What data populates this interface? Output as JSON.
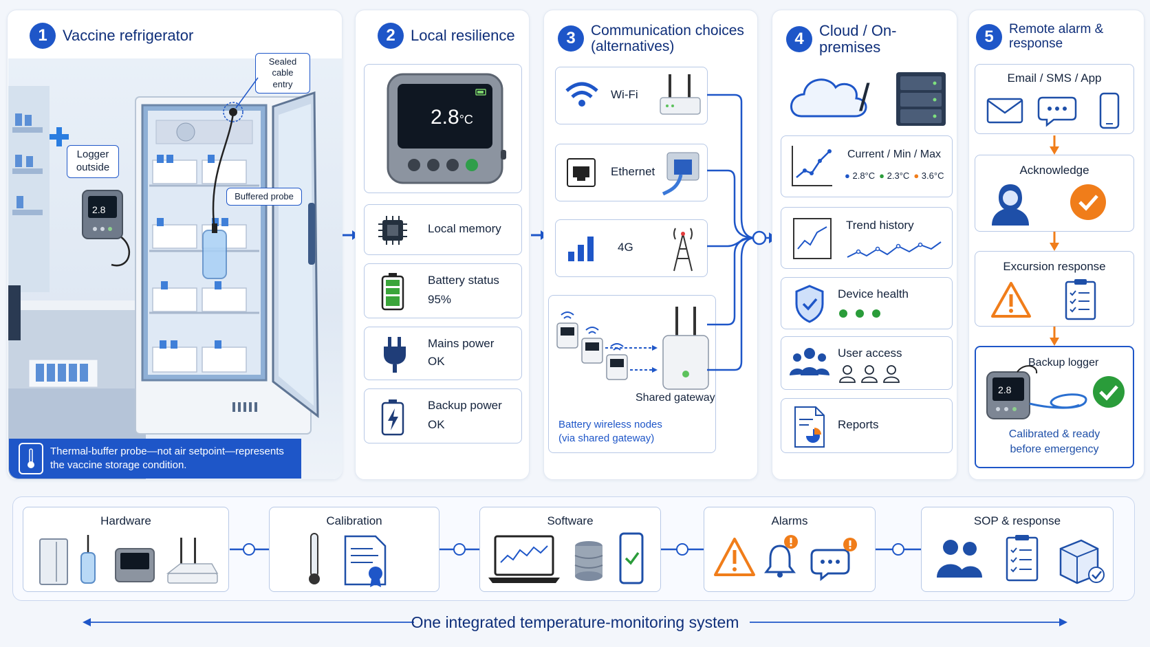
{
  "panels": [
    {
      "num": "1",
      "title": "Vaccine refrigerator"
    },
    {
      "num": "2",
      "title": "Local resilience"
    },
    {
      "num": "3",
      "title": "Communication choices\n(alternatives)"
    },
    {
      "num": "4",
      "title": "Cloud / On-premises"
    },
    {
      "num": "5",
      "title": "Remote alarm & response"
    }
  ],
  "fridge": {
    "sealed_cable": "Sealed cable\nentry",
    "logger_outside": "Logger\noutside",
    "buffered_probe": "Buffered probe",
    "logger_reading": "2.8",
    "note": "Thermal-buffer probe—not air setpoint—represents\nthe vaccine storage condition."
  },
  "resilience": {
    "device_reading": "2.8",
    "device_unit": "°C",
    "items": [
      {
        "label": "Local memory",
        "status": ""
      },
      {
        "label": "Battery status",
        "status": "95%"
      },
      {
        "label": "Mains power",
        "status": "OK"
      },
      {
        "label": "Backup power",
        "status": "OK"
      }
    ]
  },
  "comm": {
    "wifi": "Wi-Fi",
    "ethernet": "Ethernet",
    "cell": "4G",
    "gateway": "Shared gateway",
    "wireless_nodes": "Battery wireless nodes\n(via shared gateway)"
  },
  "cloud": {
    "slash": "/",
    "current_title": "Current / Min / Max",
    "current_vals": [
      "2.8°C",
      "2.3°C",
      "3.6°C"
    ],
    "current_colors": [
      "#1e56c8",
      "#2a9c3a",
      "#f07d1a"
    ],
    "trend": "Trend history",
    "health": "Device health",
    "users": "User access",
    "reports": "Reports"
  },
  "alarm": {
    "channels": "Email / SMS / App",
    "acknowledge": "Acknowledge",
    "excursion": "Excursion response",
    "backup": "Backup logger",
    "backup_reading": "2.8",
    "calibrated": "Calibrated & ready\nbefore emergency"
  },
  "bottom": {
    "items": [
      "Hardware",
      "Calibration",
      "Software",
      "Alarms",
      "SOP & response"
    ],
    "footer": "One integrated temperature-monitoring system"
  },
  "colors": {
    "brand": "#1e56c8",
    "accent": "#f07d1a",
    "ok": "#2a9c3a"
  }
}
